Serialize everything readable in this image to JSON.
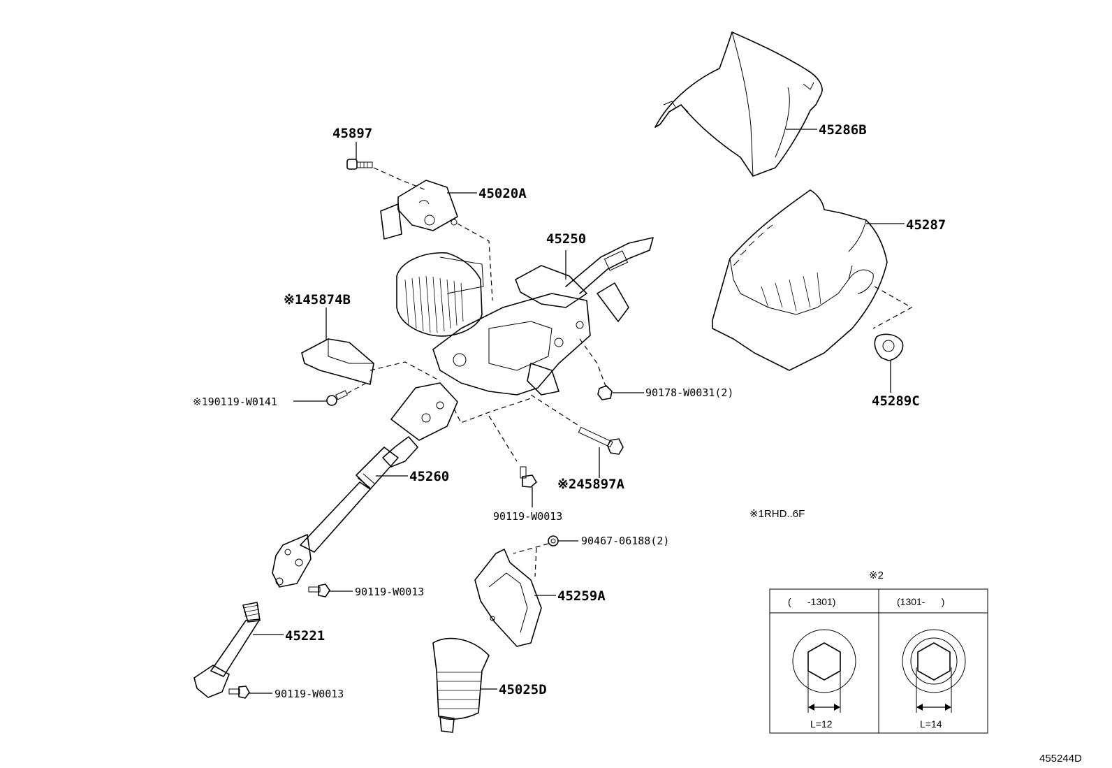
{
  "labels": {
    "p45286b": "45286B",
    "p45287": "45287",
    "p45289c": "45289C",
    "p45897": "45897",
    "p45020a": "45020A",
    "p45250": "45250",
    "p45874b": "※145874B",
    "p90119_w0141": "※190119-W0141",
    "p90178": "90178-W0031(2)",
    "p45897a": "※245897A",
    "p45260": "45260",
    "p90119_w0013_a": "90119-W0013",
    "p90119_w0013_b": "90119-W0013",
    "p90119_w0013_c": "90119-W0013",
    "p90467": "90467-06188(2)",
    "p45259a": "45259A",
    "p45221": "45221",
    "p45025d": "45025D"
  },
  "notes": {
    "rhd": "※1RHD..6F",
    "table_marker": "※2",
    "diagram_id": "455244D"
  },
  "table": {
    "col1_header": "(      -1301)",
    "col2_header": "(1301-      )",
    "col1_value": "L=12",
    "col2_value": "L=14"
  }
}
